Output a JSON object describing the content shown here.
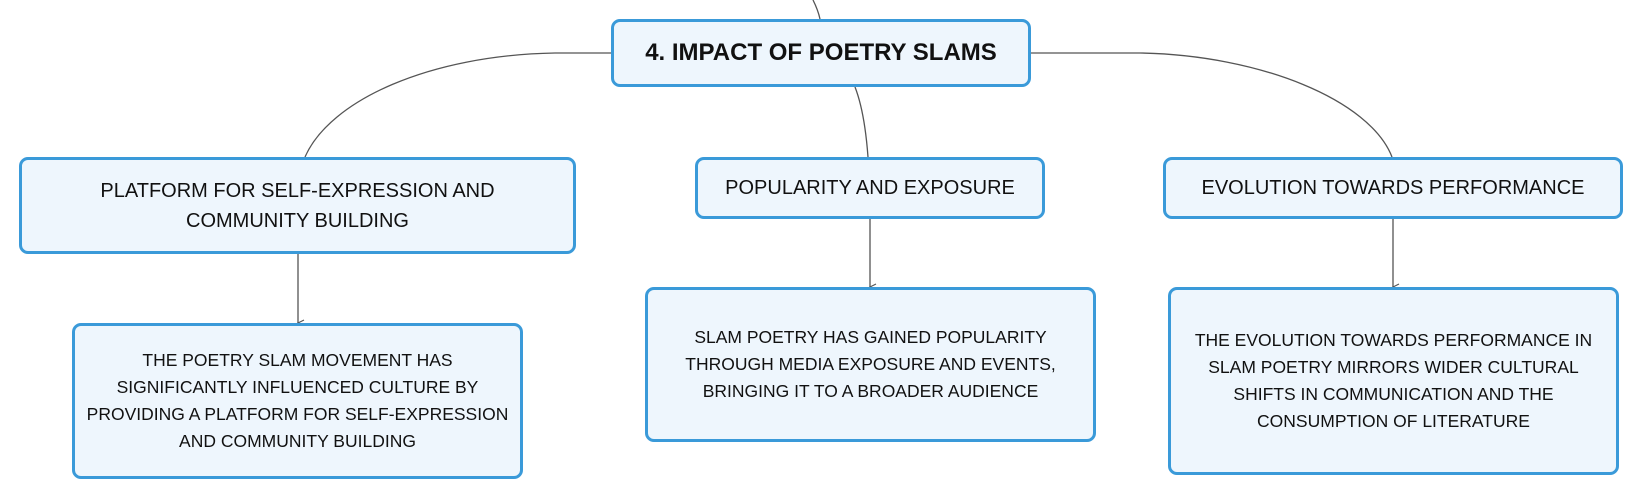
{
  "root": {
    "label": "4. IMPACT OF POETRY SLAMS"
  },
  "branches": [
    {
      "label": "PLATFORM FOR SELF-EXPRESSION AND COMMUNITY BUILDING",
      "detail": "THE POETRY SLAM MOVEMENT HAS SIGNIFICANTLY INFLUENCED CULTURE BY PROVIDING A PLATFORM FOR SELF-EXPRESSION AND COMMUNITY BUILDING"
    },
    {
      "label": "POPULARITY AND EXPOSURE",
      "detail": "SLAM POETRY HAS GAINED POPULARITY THROUGH MEDIA EXPOSURE AND EVENTS, BRINGING IT TO A BROADER AUDIENCE"
    },
    {
      "label": "EVOLUTION TOWARDS PERFORMANCE",
      "detail": "THE EVOLUTION TOWARDS PERFORMANCE IN SLAM POETRY MIRRORS WIDER CULTURAL SHIFTS IN COMMUNICATION AND THE CONSUMPTION OF LITERATURE"
    }
  ],
  "colors": {
    "node_fill": "#eef6fd",
    "node_border": "#3a9ad9",
    "connector": "#555555",
    "text": "#111111"
  }
}
